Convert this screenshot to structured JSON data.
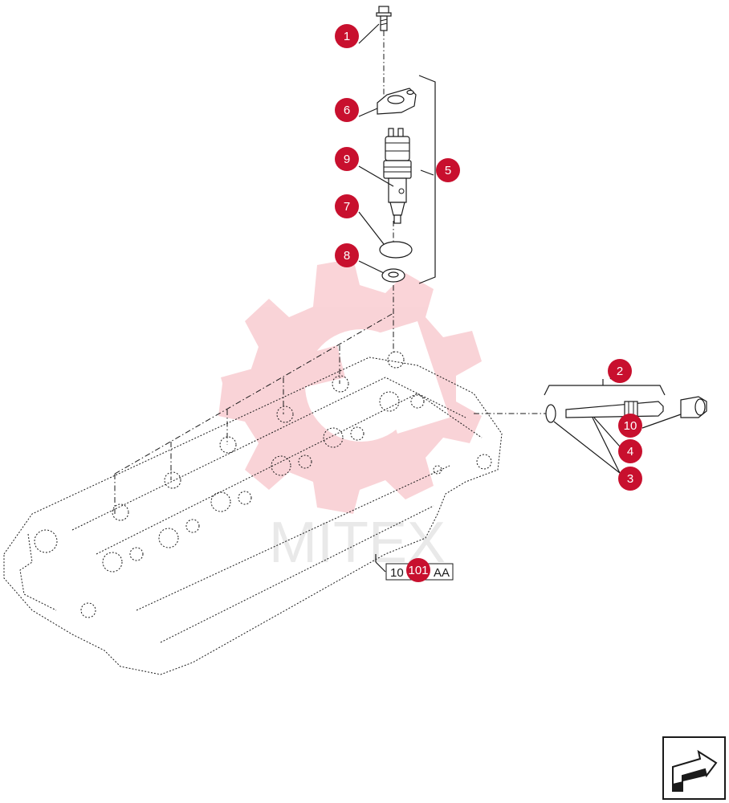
{
  "diagram": {
    "callouts": [
      {
        "id": "c1",
        "label": "1"
      },
      {
        "id": "c6",
        "label": "6"
      },
      {
        "id": "c9",
        "label": "9"
      },
      {
        "id": "c5",
        "label": "5"
      },
      {
        "id": "c7",
        "label": "7"
      },
      {
        "id": "c8",
        "label": "8"
      },
      {
        "id": "c2",
        "label": "2"
      },
      {
        "id": "c10",
        "label": "10"
      },
      {
        "id": "c4",
        "label": "4"
      },
      {
        "id": "c3",
        "label": "3"
      }
    ],
    "reference": {
      "box_text": "10",
      "box_text_right": "AA",
      "badge": "101"
    },
    "watermark_text": "MITEX",
    "colors": {
      "callout": "#c8102e",
      "watermark": "#f3a0a8",
      "line": "#1a1a1a"
    },
    "icons": {
      "nav": "next-page-arrow-icon"
    }
  }
}
